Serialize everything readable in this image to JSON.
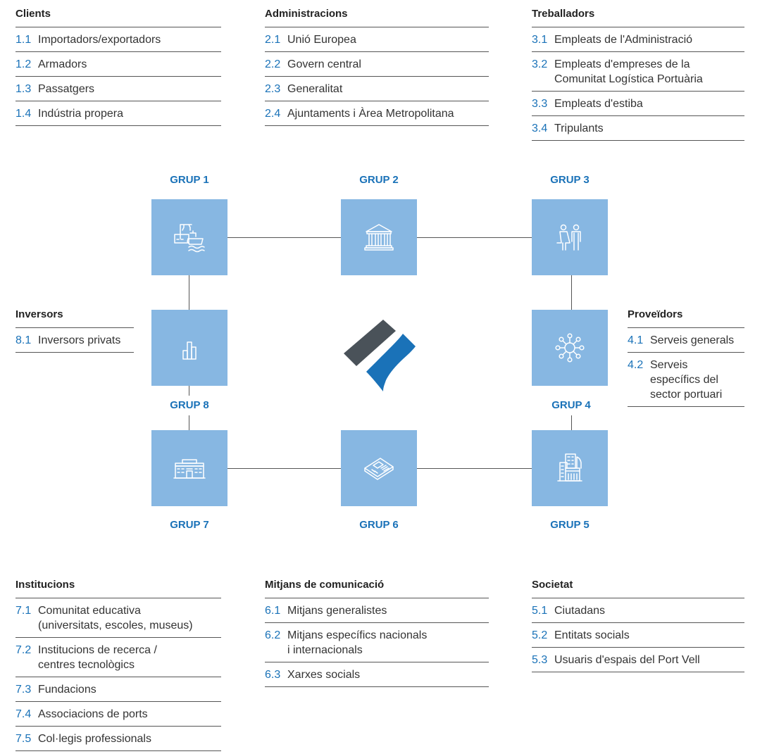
{
  "groups": {
    "clients": {
      "title": "Clients",
      "items": [
        {
          "num": "1.1",
          "text": "Importadors/exportadors"
        },
        {
          "num": "1.2",
          "text": "Armadors"
        },
        {
          "num": "1.3",
          "text": "Passatgers"
        },
        {
          "num": "1.4",
          "text": "Indústria propera"
        }
      ]
    },
    "administracions": {
      "title": "Administracions",
      "items": [
        {
          "num": "2.1",
          "text": "Unió Europea"
        },
        {
          "num": "2.2",
          "text": "Govern central"
        },
        {
          "num": "2.3",
          "text": "Generalitat"
        },
        {
          "num": "2.4",
          "text": "Ajuntaments i Àrea Metropolitana"
        }
      ]
    },
    "treballadors": {
      "title": "Treballadors",
      "items": [
        {
          "num": "3.1",
          "text": "Empleats de l'Administració"
        },
        {
          "num": "3.2",
          "text": "Empleats d'empreses de la\nComunitat Logística Portuària"
        },
        {
          "num": "3.3",
          "text": "Empleats d'estiba"
        },
        {
          "num": "3.4",
          "text": "Tripulants"
        }
      ]
    },
    "inversors": {
      "title": "Inversors",
      "items": [
        {
          "num": "8.1",
          "text": "Inversors privats"
        }
      ]
    },
    "proveidors": {
      "title": "Proveïdors",
      "items": [
        {
          "num": "4.1",
          "text": "Serveis generals"
        },
        {
          "num": "4.2",
          "text": "Serveis\nespecífics del\nsector portuari"
        }
      ]
    },
    "institucions": {
      "title": "Institucions",
      "items": [
        {
          "num": "7.1",
          "text": "Comunitat educativa\n(universitats, escoles, museus)"
        },
        {
          "num": "7.2",
          "text": "Institucions de recerca /\ncentres tecnològics"
        },
        {
          "num": "7.3",
          "text": "Fundacions"
        },
        {
          "num": "7.4",
          "text": "Associacions de ports"
        },
        {
          "num": "7.5",
          "text": "Col·legis professionals"
        }
      ]
    },
    "mitjans": {
      "title": "Mitjans de comunicació",
      "items": [
        {
          "num": "6.1",
          "text": "Mitjans generalistes"
        },
        {
          "num": "6.2",
          "text": "Mitjans específics nacionals\ni internacionals"
        },
        {
          "num": "6.3",
          "text": "Xarxes socials"
        }
      ]
    },
    "societat": {
      "title": "Societat",
      "items": [
        {
          "num": "5.1",
          "text": "Ciutadans"
        },
        {
          "num": "5.2",
          "text": "Entitats socials"
        },
        {
          "num": "5.3",
          "text": "Usuaris d'espais del Port Vell"
        }
      ]
    }
  },
  "grup_labels": {
    "g1": "GRUP 1",
    "g2": "GRUP 2",
    "g3": "GRUP 3",
    "g4": "GRUP 4",
    "g5": "GRUP 5",
    "g6": "GRUP 6",
    "g7": "GRUP 7",
    "g8": "GRUP 8"
  },
  "icons": {
    "g1": "port-crane-ship-icon",
    "g2": "government-building-icon",
    "g3": "workers-icon",
    "g4": "network-icon",
    "g5": "office-buildings-icon",
    "g6": "newspaper-icon",
    "g7": "institution-building-icon",
    "g8": "bar-chart-icon"
  },
  "colors": {
    "accent": "#1a72b8",
    "box": "#87b7e2",
    "logo_dark": "#4a5259",
    "logo_blue": "#1a72b8"
  }
}
